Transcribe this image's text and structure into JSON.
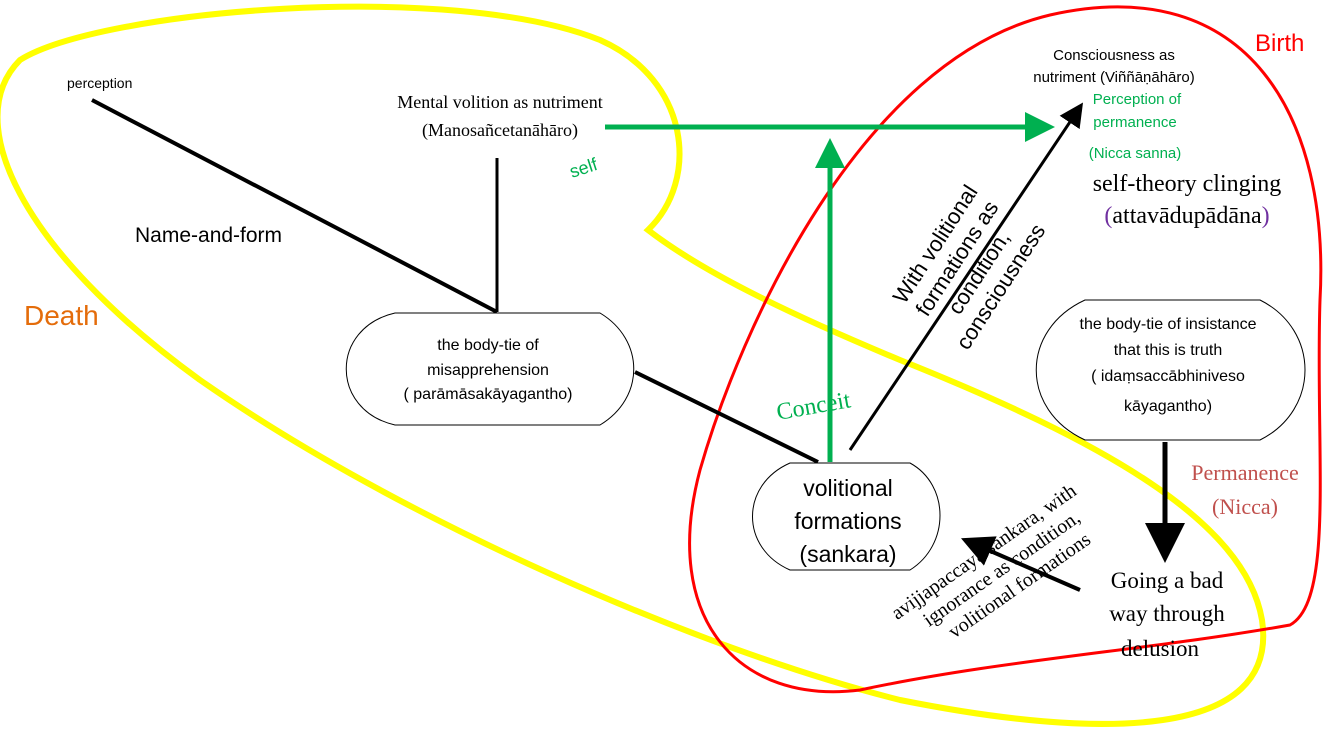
{
  "colors": {
    "yellow": "#ffff00",
    "red": "#ff0000",
    "green": "#00b050",
    "death": "#e46c0a",
    "permanence": "#c0504d",
    "purple": "#7030a0",
    "black": "#000000"
  },
  "labels": {
    "perception": "perception",
    "mental_volition": [
      "Mental volition as nutriment",
      "(Manosañcetanāhāro)"
    ],
    "self": "self",
    "name_and_form": "Name-and-form",
    "death": "Death",
    "birth": "Birth",
    "conceit": "Conceit",
    "with_volitional": [
      "With volitional",
      "formations as",
      "condition,",
      "consciousness"
    ],
    "consciousness_nutriment": [
      "Consciousness as",
      "nutriment (Viññāṇāhāro)"
    ],
    "perception_permanence": [
      "Perception of",
      "permanence",
      "(Nicca sanna)"
    ],
    "self_theory": {
      "line1": "self-theory clinging",
      "open": "(",
      "term": "attavādupādāna",
      "close": ")"
    },
    "permanence": [
      "Permanence",
      "(Nicca)"
    ],
    "going_bad_way": [
      "Going a bad",
      "way through",
      "delusion"
    ],
    "avijja": [
      "avijjapaccaya sankara, with",
      "ignorance as condition,",
      "volitional formations"
    ]
  },
  "nodes": {
    "misapprehension": [
      "the body-tie of",
      "misapprehension",
      "( parāmāsakāyagantho)"
    ],
    "volitional": [
      "volitional",
      "formations",
      "(sankara)"
    ],
    "insistance": [
      "the body-tie of insistance",
      "that this is truth",
      "( idaṃsaccābhiniveso",
      "kāyagantho)"
    ]
  }
}
